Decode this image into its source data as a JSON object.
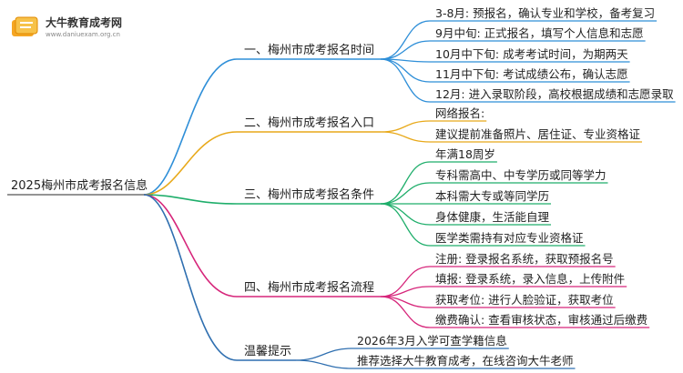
{
  "logo": {
    "name": "大牛教育成考网",
    "url": "www.daniuexam.org.cn"
  },
  "mindmap": {
    "root": "2025梅州市成考报名信息",
    "branches": [
      {
        "label": "一、梅州市成考报名时间",
        "color": "#2f8fd8",
        "items": [
          "3-8月: 预报名，确认专业和学校，备考复习",
          "9月中旬: 正式报名，填写个人信息和志愿",
          "10月中下旬: 成考考试时间，为期两天",
          "11月中下旬: 考试成绩公布，确认志愿",
          "12月: 进入录取阶段，高校根据成绩和志愿录取"
        ]
      },
      {
        "label": "二、梅州市成考报名入口",
        "color": "#e8a91a",
        "items": [
          "网络报名:",
          "建议提前准备照片、居住证、专业资格证"
        ]
      },
      {
        "label": "三、梅州市成考报名条件",
        "color": "#1fae6b",
        "items": [
          "年满18周岁",
          "专科需高中、中专学历或同等学力",
          "本科需大专或等同学历",
          "身体健康，生活能自理",
          "医学类需持有对应专业资格证"
        ]
      },
      {
        "label": "四、梅州市成考报名流程",
        "color": "#d6257a",
        "items": [
          "注册: 登录报名系统，获取预报名号",
          "填报: 登录系统，录入信息，上传附件",
          "获取考位: 进行人脸验证，获取考位",
          "缴费确认: 查看审核状态，审核通过后缴费"
        ]
      },
      {
        "label": "温馨提示",
        "color": "#2f6fb0",
        "items": [
          "2026年3月入学可查学籍信息",
          "推荐选择大牛教育成考，在线咨询大牛老师"
        ]
      }
    ]
  }
}
